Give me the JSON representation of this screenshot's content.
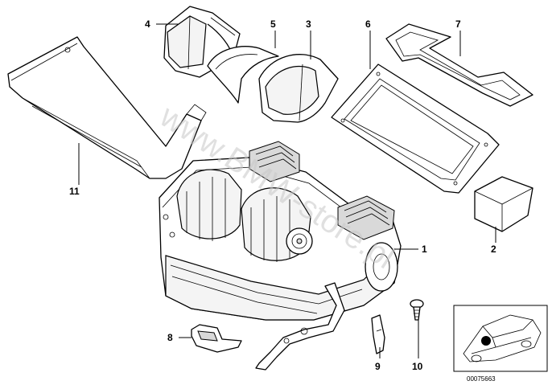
{
  "callouts": {
    "c1": "1",
    "c2": "2",
    "c3": "3",
    "c4": "4",
    "c5": "5",
    "c6": "6",
    "c7": "7",
    "c8": "8",
    "c9": "9",
    "c10": "10",
    "c11": "11"
  },
  "watermark": "www.BMW-store.pl",
  "inset": {
    "code": "00075663"
  }
}
